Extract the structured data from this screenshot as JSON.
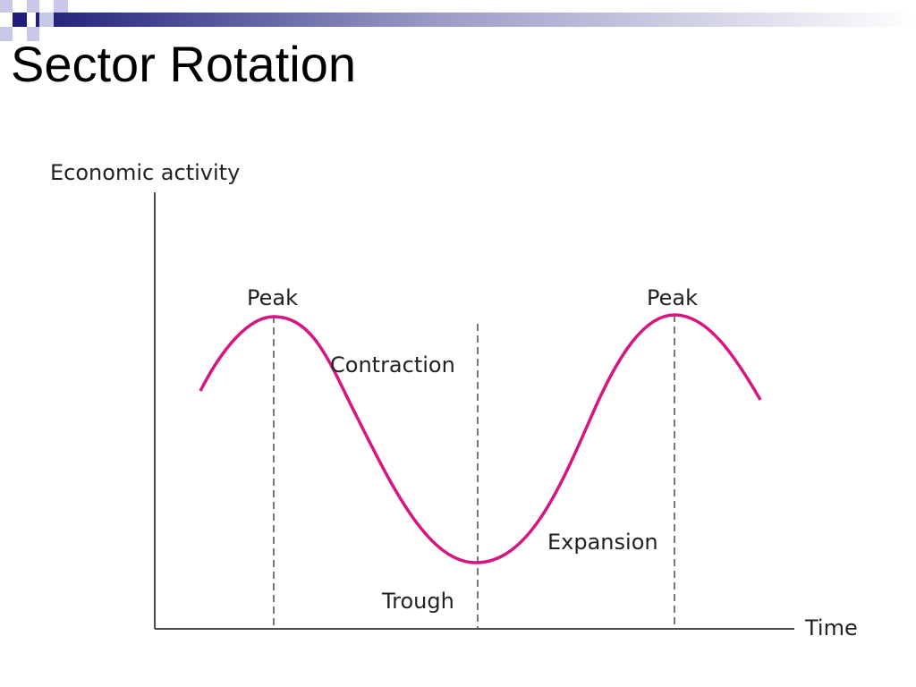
{
  "slide": {
    "title": "Sector Rotation"
  },
  "diagram": {
    "y_axis_label": "Economic activity",
    "x_axis_label": "Time",
    "curve_color": "#d6157f",
    "labels": {
      "peak_left": "Peak",
      "peak_right": "Peak",
      "contraction": "Contraction",
      "trough": "Trough",
      "expansion": "Expansion"
    }
  },
  "theme": {
    "header_accent": "#1f1f7a",
    "header_light": "#c8c8e8"
  }
}
